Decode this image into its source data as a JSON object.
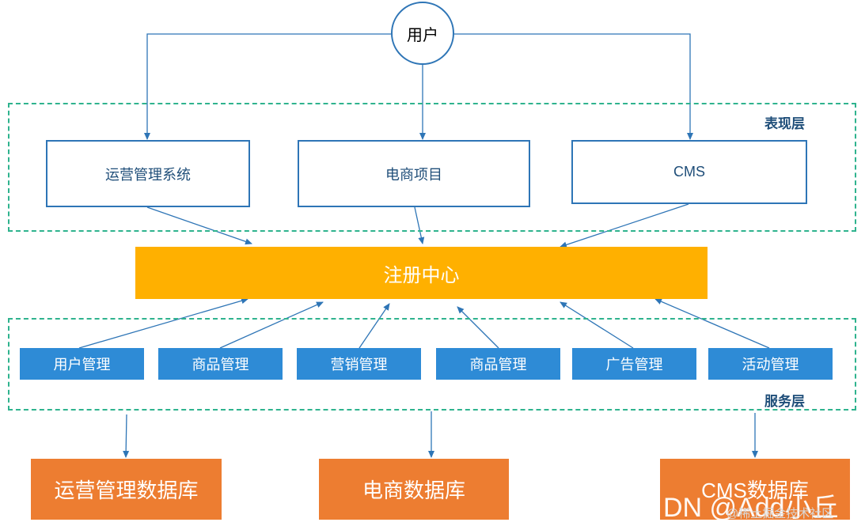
{
  "user": {
    "label": "用户"
  },
  "presentation_layer": {
    "title": "表现层",
    "apps": [
      "运营管理系统",
      "电商项目",
      "CMS"
    ]
  },
  "registry": {
    "label": "注册中心"
  },
  "service_layer": {
    "title": "服务层",
    "services": [
      "用户管理",
      "商品管理",
      "营销管理",
      "商品管理",
      "广告管理",
      "活动管理"
    ]
  },
  "databases": [
    "运营管理数据库",
    "电商数据库",
    "CMS数据库"
  ],
  "watermark": {
    "main": "DN @Add小丘",
    "sub": "@稀土掘金技术社区"
  },
  "colors": {
    "accent_blue": "#2e75b6",
    "service_blue": "#2e8bd6",
    "registry_orange": "#ffb000",
    "db_orange": "#ed7d31",
    "layer_border": "#2fb38e"
  }
}
